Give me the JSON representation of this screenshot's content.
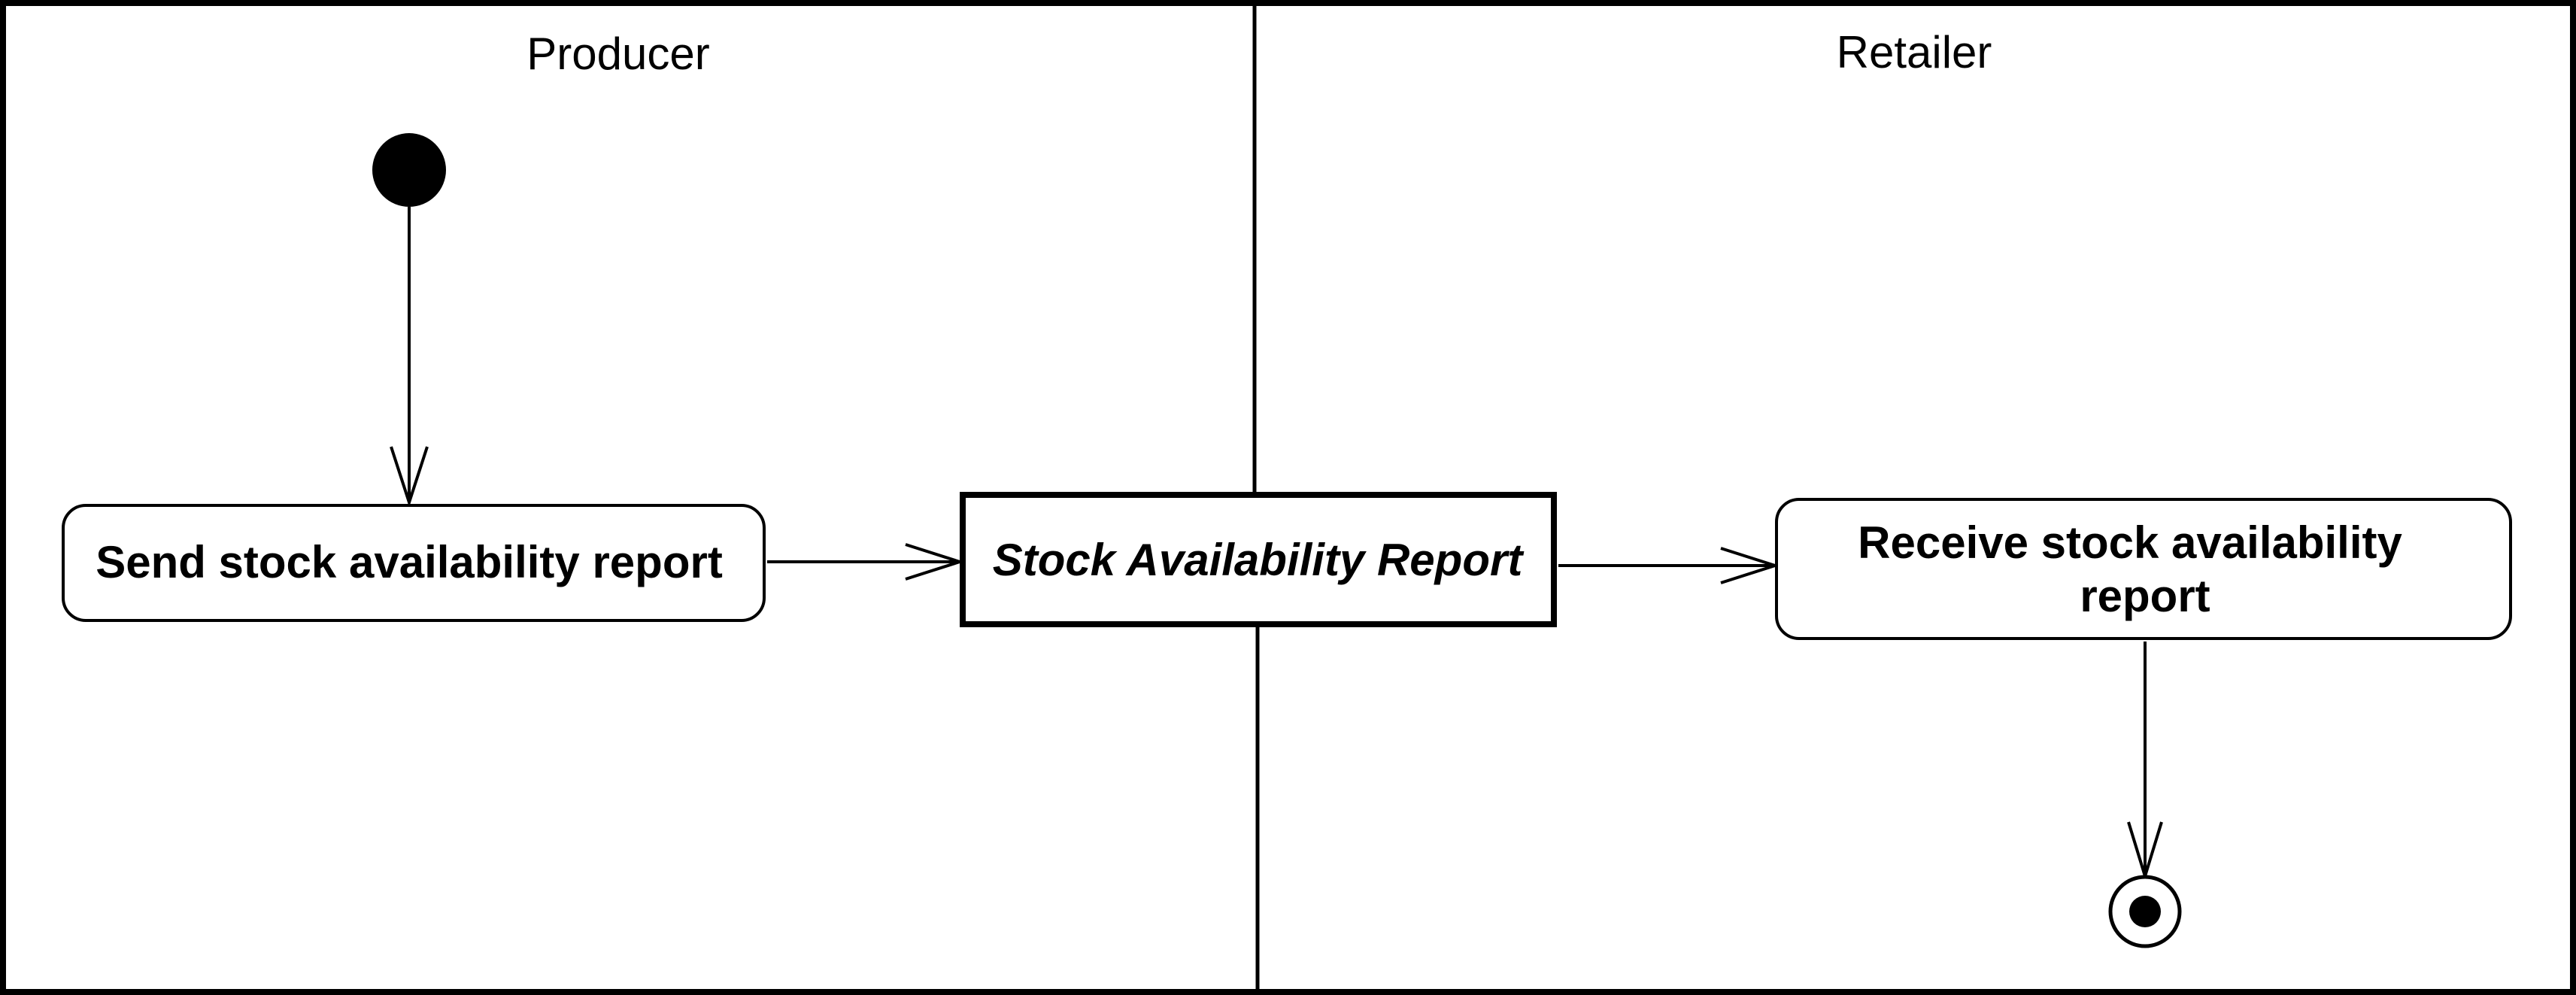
{
  "swimlanes": [
    {
      "title": "Producer"
    },
    {
      "title": "Retailer"
    }
  ],
  "actions": {
    "send": {
      "label": "Send stock availability report"
    },
    "receive": {
      "line1": "Receive stock availability",
      "line2": "report"
    }
  },
  "object_node": {
    "label": "Stock Availability Report"
  },
  "colors": {
    "stroke": "#000000",
    "fill": "#ffffff"
  }
}
